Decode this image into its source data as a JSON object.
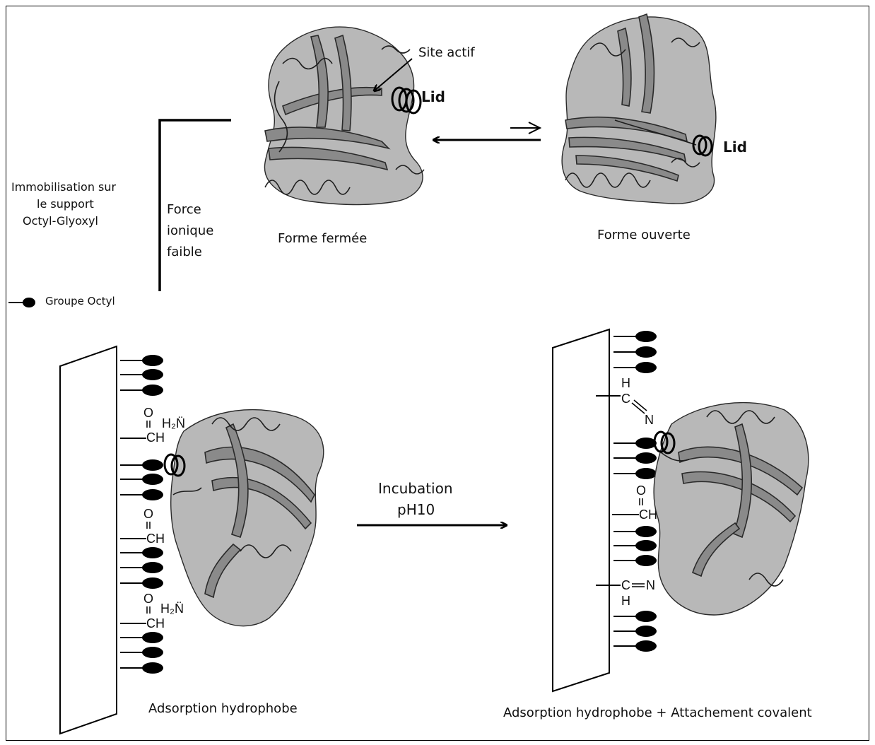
{
  "labels": {
    "site_actif": "Site actif",
    "lid_top": "Lid",
    "lid_open": "Lid",
    "forme_fermee": "Forme fermée",
    "forme_ouverte": "Forme ouverte",
    "immobilisation_line1": "Immobilisation sur",
    "immobilisation_line2": "le support",
    "immobilisation_line3": "Octyl-Glyoxyl",
    "force_line1": "Force",
    "force_line2": "ionique",
    "force_line3": "faible",
    "groupe_octyl": "Groupe Octyl",
    "incubation_line1": "Incubation",
    "incubation_line2": "pH10",
    "adsorption_hydrophobe": "Adsorption hydrophobe",
    "adsorption_covalent": "Adsorption hydrophobe + Attachement covalent"
  },
  "chem": {
    "o": "O",
    "ch": "CH",
    "h2n": "H₂N̈",
    "h": "H",
    "c": "C",
    "n": "N"
  }
}
